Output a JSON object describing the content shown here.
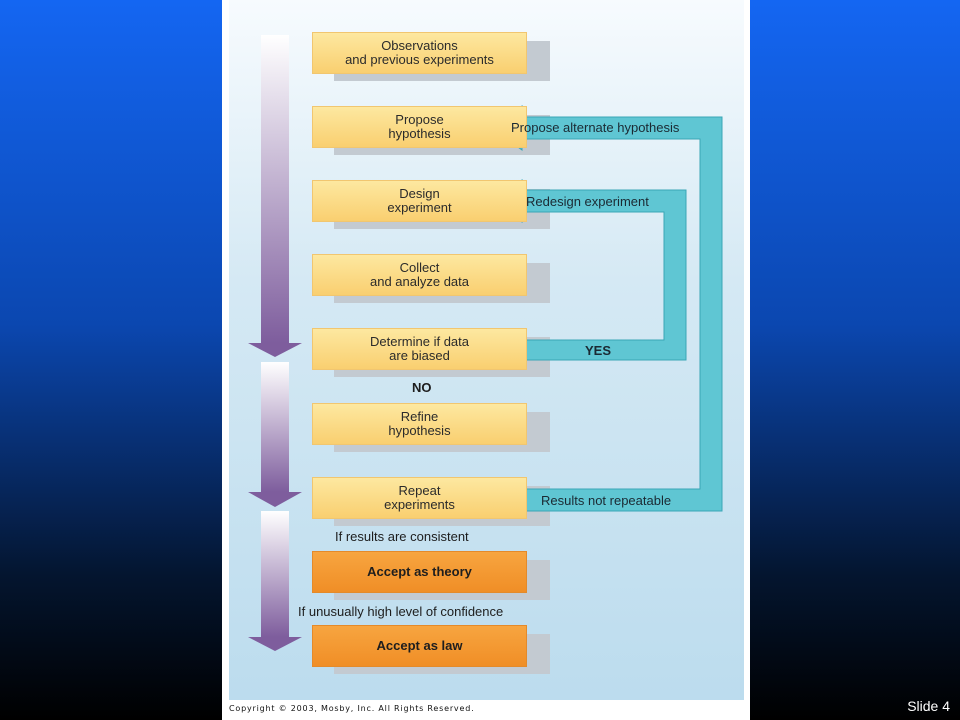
{
  "steps": [
    "Observations\nand previous experiments",
    "Propose\nhypothesis",
    "Design\nexperiment",
    "Collect\nand analyze data",
    "Determine if data\nare biased",
    "Refine\nhypothesis",
    "Repeat\nexperiments",
    "Accept as theory",
    "Accept as law"
  ],
  "feedback": {
    "alternate": "Propose alternate hypothesis",
    "redesign": "Redesign experiment",
    "yes": "YES",
    "not_repeatable": "Results not repeatable"
  },
  "conditions": {
    "no": "NO",
    "consistent": "If results are consistent",
    "confidence": "If unusually high level of confidence"
  },
  "copyright": "Copyright © 2003, Mosby, Inc. All Rights Reserved.",
  "slide_number": "Slide 4",
  "colors": {
    "step_light": "#fbdc86",
    "step_dark": "#f39a32",
    "feedback_arrow": "#5ec6d2",
    "main_arrow": "#8a6aa8"
  }
}
